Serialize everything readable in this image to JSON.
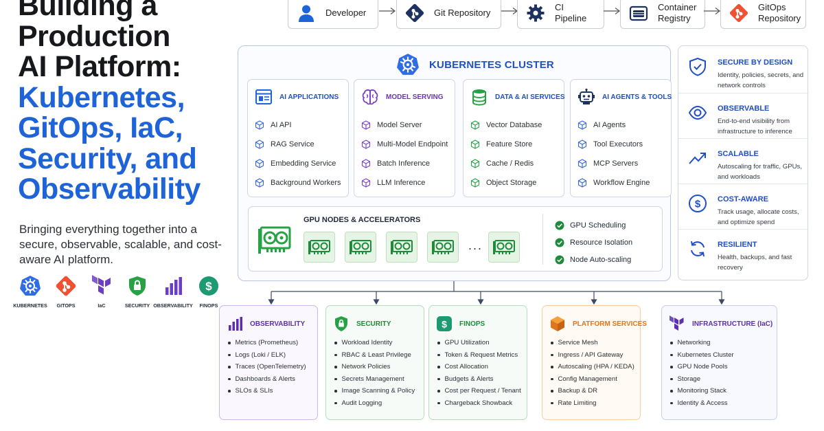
{
  "title": {
    "line1": "Building a",
    "line2": "Production",
    "line3": "AI Platform:",
    "line4": "Kubernetes,",
    "line5": "GitOps, IaC,",
    "line6": "Security, and",
    "line7": "Observability"
  },
  "subtitle": "Bringing everything together into a secure, observable, scalable, and cost-aware AI platform.",
  "tool_logos": [
    {
      "label": "KUBERNETES",
      "icon": "kubernetes-icon"
    },
    {
      "label": "GITOPS",
      "icon": "git-icon"
    },
    {
      "label": "IaC",
      "icon": "terraform-icon"
    },
    {
      "label": "SECURITY",
      "icon": "shield-lock-icon"
    },
    {
      "label": "OBSERVABILITY",
      "icon": "bar-chart-icon"
    },
    {
      "label": "FINOPS",
      "icon": "dollar-icon"
    }
  ],
  "flow": [
    {
      "label": "Developer",
      "icon": "user-icon"
    },
    {
      "label": "Git Repository",
      "icon": "git-icon"
    },
    {
      "label": "CI Pipeline",
      "icon": "gear-icon"
    },
    {
      "label": "Container Registry",
      "icon": "registry-icon"
    },
    {
      "label": "GitOps Repository",
      "icon": "git-icon"
    }
  ],
  "cluster": {
    "title": "KUBERNETES CLUSTER",
    "services": [
      {
        "title": "AI APPLICATIONS",
        "color": "#1e4fc4",
        "icon": "window-icon",
        "items": [
          "AI API",
          "RAG Service",
          "Embedding Service",
          "Background Workers"
        ]
      },
      {
        "title": "MODEL SERVING",
        "color": "#6b35b5",
        "icon": "brain-icon",
        "items": [
          "Model Server",
          "Multi-Model Endpoint",
          "Batch Inference",
          "LLM Inference"
        ]
      },
      {
        "title": "DATA & AI SERVICES",
        "color": "#1e4fc4",
        "icon": "database-icon",
        "items": [
          "Vector Database",
          "Feature Store",
          "Cache / Redis",
          "Object Storage"
        ]
      },
      {
        "title": "AI AGENTS & TOOLS",
        "color": "#1e4fc4",
        "icon": "robot-icon",
        "items": [
          "AI Agents",
          "Tool Executors",
          "MCP Servers",
          "Workflow Engine"
        ]
      }
    ],
    "gpu": {
      "title": "GPU NODES & ACCELERATORS",
      "dots": "...",
      "checks": [
        "GPU Scheduling",
        "Resource Isolation",
        "Node Auto-scaling"
      ]
    }
  },
  "features": [
    {
      "title": "SECURE BY DESIGN",
      "desc": "Identity, policies, secrets, and network controls",
      "icon": "shield-check-icon"
    },
    {
      "title": "OBSERVABLE",
      "desc": "End-to-end visibility from infrastructure to inference",
      "icon": "eye-icon"
    },
    {
      "title": "SCALABLE",
      "desc": "Autoscaling for traffic, GPUs, and workloads",
      "icon": "trend-up-icon"
    },
    {
      "title": "COST-AWARE",
      "desc": "Track usage, allocate costs, and optimize spend",
      "icon": "dollar-icon"
    },
    {
      "title": "RESILIENT",
      "desc": "Health, backups, and fast recovery",
      "icon": "refresh-icon"
    }
  ],
  "cards": [
    {
      "title": "OBSERVABILITY",
      "color": "#5b2fb0",
      "border": "#c9b8ea",
      "bg": "#faf7ff",
      "icon": "bar-chart-icon",
      "items": [
        "Metrics (Prometheus)",
        "Logs (Loki / ELK)",
        "Traces (OpenTelemetry)",
        "Dashboards & Alerts",
        "SLOs & SLIs"
      ]
    },
    {
      "title": "SECURITY",
      "color": "#1e8a3a",
      "border": "#b7dcc0",
      "bg": "#f6fbf7",
      "icon": "shield-lock-icon",
      "items": [
        "Workload Identity",
        "RBAC & Least Privilege",
        "Network Policies",
        "Secrets Management",
        "Image Scanning & Policy",
        "Audit Logging"
      ]
    },
    {
      "title": "FINOPS",
      "color": "#1e8a3a",
      "border": "#b7dcc0",
      "bg": "#f6fbf7",
      "icon": "dollar-icon",
      "items": [
        "GPU Utilization",
        "Token & Request Metrics",
        "Cost Allocation",
        "Budgets & Alerts",
        "Cost per Request / Tenant",
        "Chargeback Showback"
      ]
    },
    {
      "title": "PLATFORM SERVICES",
      "color": "#e0761c",
      "border": "#f2cfa9",
      "bg": "#fffaf4",
      "icon": "cube-icon",
      "items": [
        "Service Mesh",
        "Ingress / API Gateway",
        "Autoscaling (HPA / KEDA)",
        "Config Management",
        "Backup & DR",
        "Rate Limiting"
      ]
    },
    {
      "title": "INFRASTRUCTURE (IaC)",
      "color": "#5b2fb0",
      "border": "#c6cfe6",
      "bg": "#f7f9ff",
      "icon": "terraform-icon",
      "items": [
        "Networking",
        "Kubernetes Cluster",
        "GPU Node Pools",
        "Storage",
        "Monitoring Stack",
        "Identity & Access"
      ]
    }
  ]
}
